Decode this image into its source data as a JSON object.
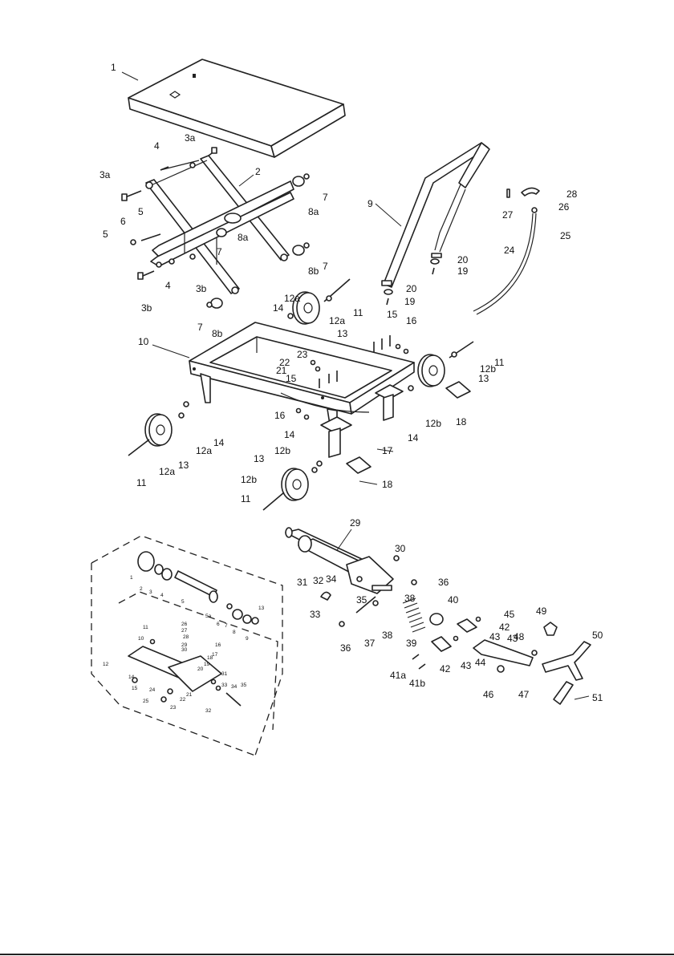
{
  "callouts_main": [
    {
      "id": "c1",
      "text": "1"
    },
    {
      "id": "c2",
      "text": "2"
    },
    {
      "id": "c3a_top",
      "text": "3a"
    },
    {
      "id": "c3a_left",
      "text": "3a"
    },
    {
      "id": "c4_top",
      "text": "4"
    },
    {
      "id": "c4_bottom",
      "text": "4"
    },
    {
      "id": "c5_a",
      "text": "5"
    },
    {
      "id": "c5_b",
      "text": "5"
    },
    {
      "id": "c6",
      "text": "6"
    },
    {
      "id": "c7_a",
      "text": "7"
    },
    {
      "id": "c7_b",
      "text": "7"
    },
    {
      "id": "c7_c",
      "text": "7"
    },
    {
      "id": "c7_d",
      "text": "7"
    },
    {
      "id": "c8a_a",
      "text": "8a"
    },
    {
      "id": "c8a_b",
      "text": "8a"
    },
    {
      "id": "c8b_a",
      "text": "8b"
    },
    {
      "id": "c8b_b",
      "text": "8b"
    },
    {
      "id": "c3b_a",
      "text": "3b"
    },
    {
      "id": "c3b_b",
      "text": "3b"
    },
    {
      "id": "c9",
      "text": "9"
    },
    {
      "id": "c10",
      "text": "10"
    },
    {
      "id": "c11_a",
      "text": "11"
    },
    {
      "id": "c11_b",
      "text": "11"
    },
    {
      "id": "c11_c",
      "text": "11"
    },
    {
      "id": "c11_d",
      "text": "11"
    },
    {
      "id": "c12a_a",
      "text": "12a"
    },
    {
      "id": "c12a_b",
      "text": "12a"
    },
    {
      "id": "c12a_c",
      "text": "12a"
    },
    {
      "id": "c12a_d",
      "text": "12a"
    },
    {
      "id": "c12b_a",
      "text": "12b"
    },
    {
      "id": "c12b_b",
      "text": "12b"
    },
    {
      "id": "c12b_c",
      "text": "12b"
    },
    {
      "id": "c12b_d",
      "text": "12b"
    },
    {
      "id": "c13_a",
      "text": "13"
    },
    {
      "id": "c13_b",
      "text": "13"
    },
    {
      "id": "c13_c",
      "text": "13"
    },
    {
      "id": "c13_d",
      "text": "13"
    },
    {
      "id": "c14_a",
      "text": "14"
    },
    {
      "id": "c14_b",
      "text": "14"
    },
    {
      "id": "c14_c",
      "text": "14"
    },
    {
      "id": "c14_d",
      "text": "14"
    },
    {
      "id": "c15_a",
      "text": "15"
    },
    {
      "id": "c15_b",
      "text": "15"
    },
    {
      "id": "c16_a",
      "text": "16"
    },
    {
      "id": "c16_b",
      "text": "16"
    },
    {
      "id": "c17",
      "text": "17"
    },
    {
      "id": "c18_a",
      "text": "18"
    },
    {
      "id": "c18_b",
      "text": "18"
    },
    {
      "id": "c19_a",
      "text": "19"
    },
    {
      "id": "c19_b",
      "text": "19"
    },
    {
      "id": "c20_a",
      "text": "20"
    },
    {
      "id": "c20_b",
      "text": "20"
    },
    {
      "id": "c21",
      "text": "21"
    },
    {
      "id": "c22",
      "text": "22"
    },
    {
      "id": "c23",
      "text": "23"
    },
    {
      "id": "c24",
      "text": "24"
    },
    {
      "id": "c25",
      "text": "25"
    },
    {
      "id": "c26",
      "text": "26"
    },
    {
      "id": "c27",
      "text": "27"
    },
    {
      "id": "c28",
      "text": "28"
    },
    {
      "id": "c29",
      "text": "29"
    },
    {
      "id": "c30",
      "text": "30"
    },
    {
      "id": "c31",
      "text": "31"
    },
    {
      "id": "c32",
      "text": "32"
    },
    {
      "id": "c33",
      "text": "33"
    },
    {
      "id": "c34",
      "text": "34"
    },
    {
      "id": "c35",
      "text": "35"
    },
    {
      "id": "c36_a",
      "text": "36"
    },
    {
      "id": "c36_b",
      "text": "36"
    },
    {
      "id": "c37",
      "text": "37"
    },
    {
      "id": "c38_a",
      "text": "38"
    },
    {
      "id": "c38_b",
      "text": "38"
    },
    {
      "id": "c39",
      "text": "39"
    },
    {
      "id": "c40",
      "text": "40"
    },
    {
      "id": "c41a",
      "text": "41a"
    },
    {
      "id": "c41b",
      "text": "41b"
    },
    {
      "id": "c42_a",
      "text": "42"
    },
    {
      "id": "c42_b",
      "text": "42"
    },
    {
      "id": "c43_a",
      "text": "43"
    },
    {
      "id": "c43_b",
      "text": "43"
    },
    {
      "id": "c43_c",
      "text": "43"
    },
    {
      "id": "c44",
      "text": "44"
    },
    {
      "id": "c45",
      "text": "45"
    },
    {
      "id": "c46",
      "text": "46"
    },
    {
      "id": "c47",
      "text": "47"
    },
    {
      "id": "c48",
      "text": "48"
    },
    {
      "id": "c49",
      "text": "49"
    },
    {
      "id": "c50",
      "text": "50"
    },
    {
      "id": "c51",
      "text": "51"
    }
  ],
  "callouts_inset": [
    {
      "id": "i1",
      "text": "1"
    },
    {
      "id": "i2",
      "text": "2"
    },
    {
      "id": "i3",
      "text": "3"
    },
    {
      "id": "i4",
      "text": "4"
    },
    {
      "id": "i5",
      "text": "5"
    },
    {
      "id": "i5a",
      "text": "5a"
    },
    {
      "id": "i6",
      "text": "6"
    },
    {
      "id": "i7",
      "text": "7"
    },
    {
      "id": "i8",
      "text": "8"
    },
    {
      "id": "i9",
      "text": "9"
    },
    {
      "id": "i10",
      "text": "10"
    },
    {
      "id": "i11",
      "text": "11"
    },
    {
      "id": "i12",
      "text": "12"
    },
    {
      "id": "i13",
      "text": "13"
    },
    {
      "id": "i14",
      "text": "14"
    },
    {
      "id": "i15",
      "text": "15"
    },
    {
      "id": "i16",
      "text": "16"
    },
    {
      "id": "i17",
      "text": "17"
    },
    {
      "id": "i18",
      "text": "18"
    },
    {
      "id": "i19",
      "text": "19"
    },
    {
      "id": "i20",
      "text": "20"
    },
    {
      "id": "i21",
      "text": "21"
    },
    {
      "id": "i22",
      "text": "22"
    },
    {
      "id": "i23",
      "text": "23"
    },
    {
      "id": "i24",
      "text": "24"
    },
    {
      "id": "i25",
      "text": "25"
    },
    {
      "id": "i26",
      "text": "26"
    },
    {
      "id": "i27",
      "text": "27"
    },
    {
      "id": "i28",
      "text": "28"
    },
    {
      "id": "i29",
      "text": "29"
    },
    {
      "id": "i30",
      "text": "30"
    },
    {
      "id": "i31",
      "text": "31"
    },
    {
      "id": "i32",
      "text": "32"
    },
    {
      "id": "i33",
      "text": "33"
    },
    {
      "id": "i34",
      "text": "34"
    },
    {
      "id": "i35",
      "text": "35"
    }
  ]
}
